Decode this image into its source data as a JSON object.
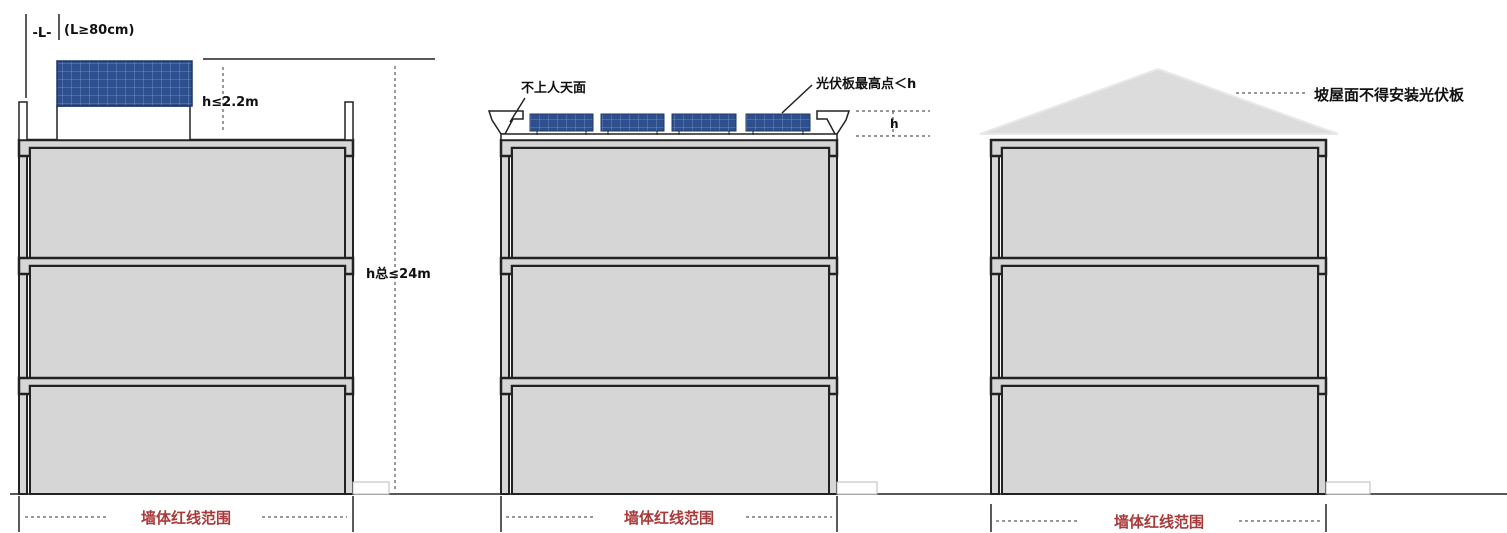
{
  "buildings": [
    {
      "id": "flat-roof-accessible",
      "panel_setback_label": "L",
      "panel_setback_rule": "(L≥80cm)",
      "panel_height_rule": "h≤2.2m",
      "total_height_rule": "h总≤24m",
      "footer_label": "墙体红线范围"
    },
    {
      "id": "flat-roof-non-accessible",
      "roof_type_label": "不上人天面",
      "panel_peak_rule": "光伏板最高点＜h",
      "parapet_height_label": "h",
      "footer_label": "墙体红线范围"
    },
    {
      "id": "pitched-roof",
      "pitched_roof_rule": "坡屋面不得安装光伏板",
      "footer_label": "墙体红线范围"
    }
  ],
  "colors": {
    "wall_fill": "#d6d6d6",
    "outline": "#222222",
    "panel": "#2c4f8f",
    "footer_text": "#a93a3a"
  },
  "icons": [
    "solar-panel-icon"
  ]
}
